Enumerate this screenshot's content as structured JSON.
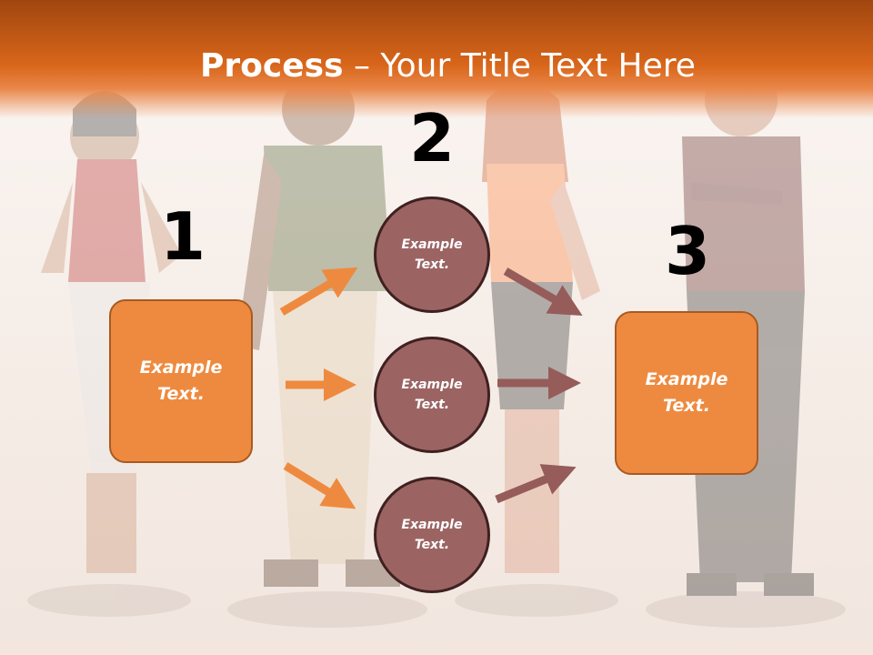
{
  "title": {
    "bold": "Process",
    "rest": " – Your Title Text Here"
  },
  "steps": [
    {
      "number": "1",
      "label": "Example\nText."
    },
    {
      "number": "2",
      "label": "Example\nText."
    },
    {
      "number": "3",
      "label": "Example\nText."
    }
  ],
  "circles": [
    {
      "label": "Example\nText."
    },
    {
      "label": "Example\nText."
    },
    {
      "label": "Example\nText."
    }
  ],
  "colors": {
    "orange": "#ee8a3f",
    "mauve": "#9b6463",
    "header": "#d8661a"
  }
}
